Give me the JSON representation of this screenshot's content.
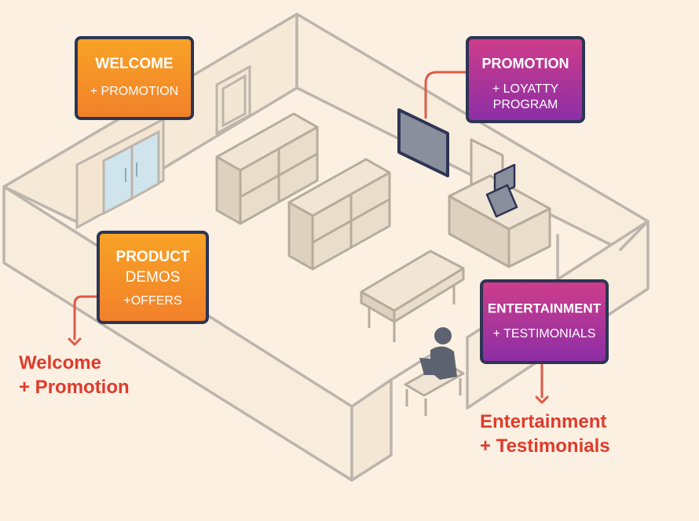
{
  "colors": {
    "background": "#fbf0e2",
    "wall_line": "#bdb5ac",
    "furniture_fill": "#e9ddcc",
    "furniture_line": "#b7ab9b",
    "glass": "#cfe4ec",
    "sign_orange_top": "#f8a326",
    "sign_orange_bottom": "#f2802a",
    "sign_purple_top": "#cf3d8a",
    "sign_purple_bottom": "#8b2ea6",
    "sign_border": "#2d3553",
    "connector": "#e05a47",
    "caption_text": "#de3b2c",
    "screen_fill": "#8a8f9e",
    "person": "#5c6270"
  },
  "signs": [
    {
      "id": "welcome",
      "lines": [
        "WELCOME",
        "+ PROMOTION"
      ],
      "theme": "orange"
    },
    {
      "id": "promotion",
      "lines": [
        "PROMOTION",
        "+ LOYATTY",
        "PROGRAM"
      ],
      "theme": "purple"
    },
    {
      "id": "product-demos",
      "lines": [
        "PRODUCT",
        "DEMOS",
        "+OFFERS"
      ],
      "theme": "orange"
    },
    {
      "id": "entertainment",
      "lines": [
        "ENTERTAINMENT",
        "+ TESTIMONIALS"
      ],
      "theme": "purple"
    }
  ],
  "captions": {
    "left": {
      "line1": "Welcome",
      "line2": "+ Promotion"
    },
    "right": {
      "line1": "Entertainment",
      "line2": "+ Testimonials"
    }
  },
  "icons": [
    "display-screen-icon",
    "checkout-monitor-icon",
    "seated-person-icon",
    "glass-door-icon"
  ]
}
